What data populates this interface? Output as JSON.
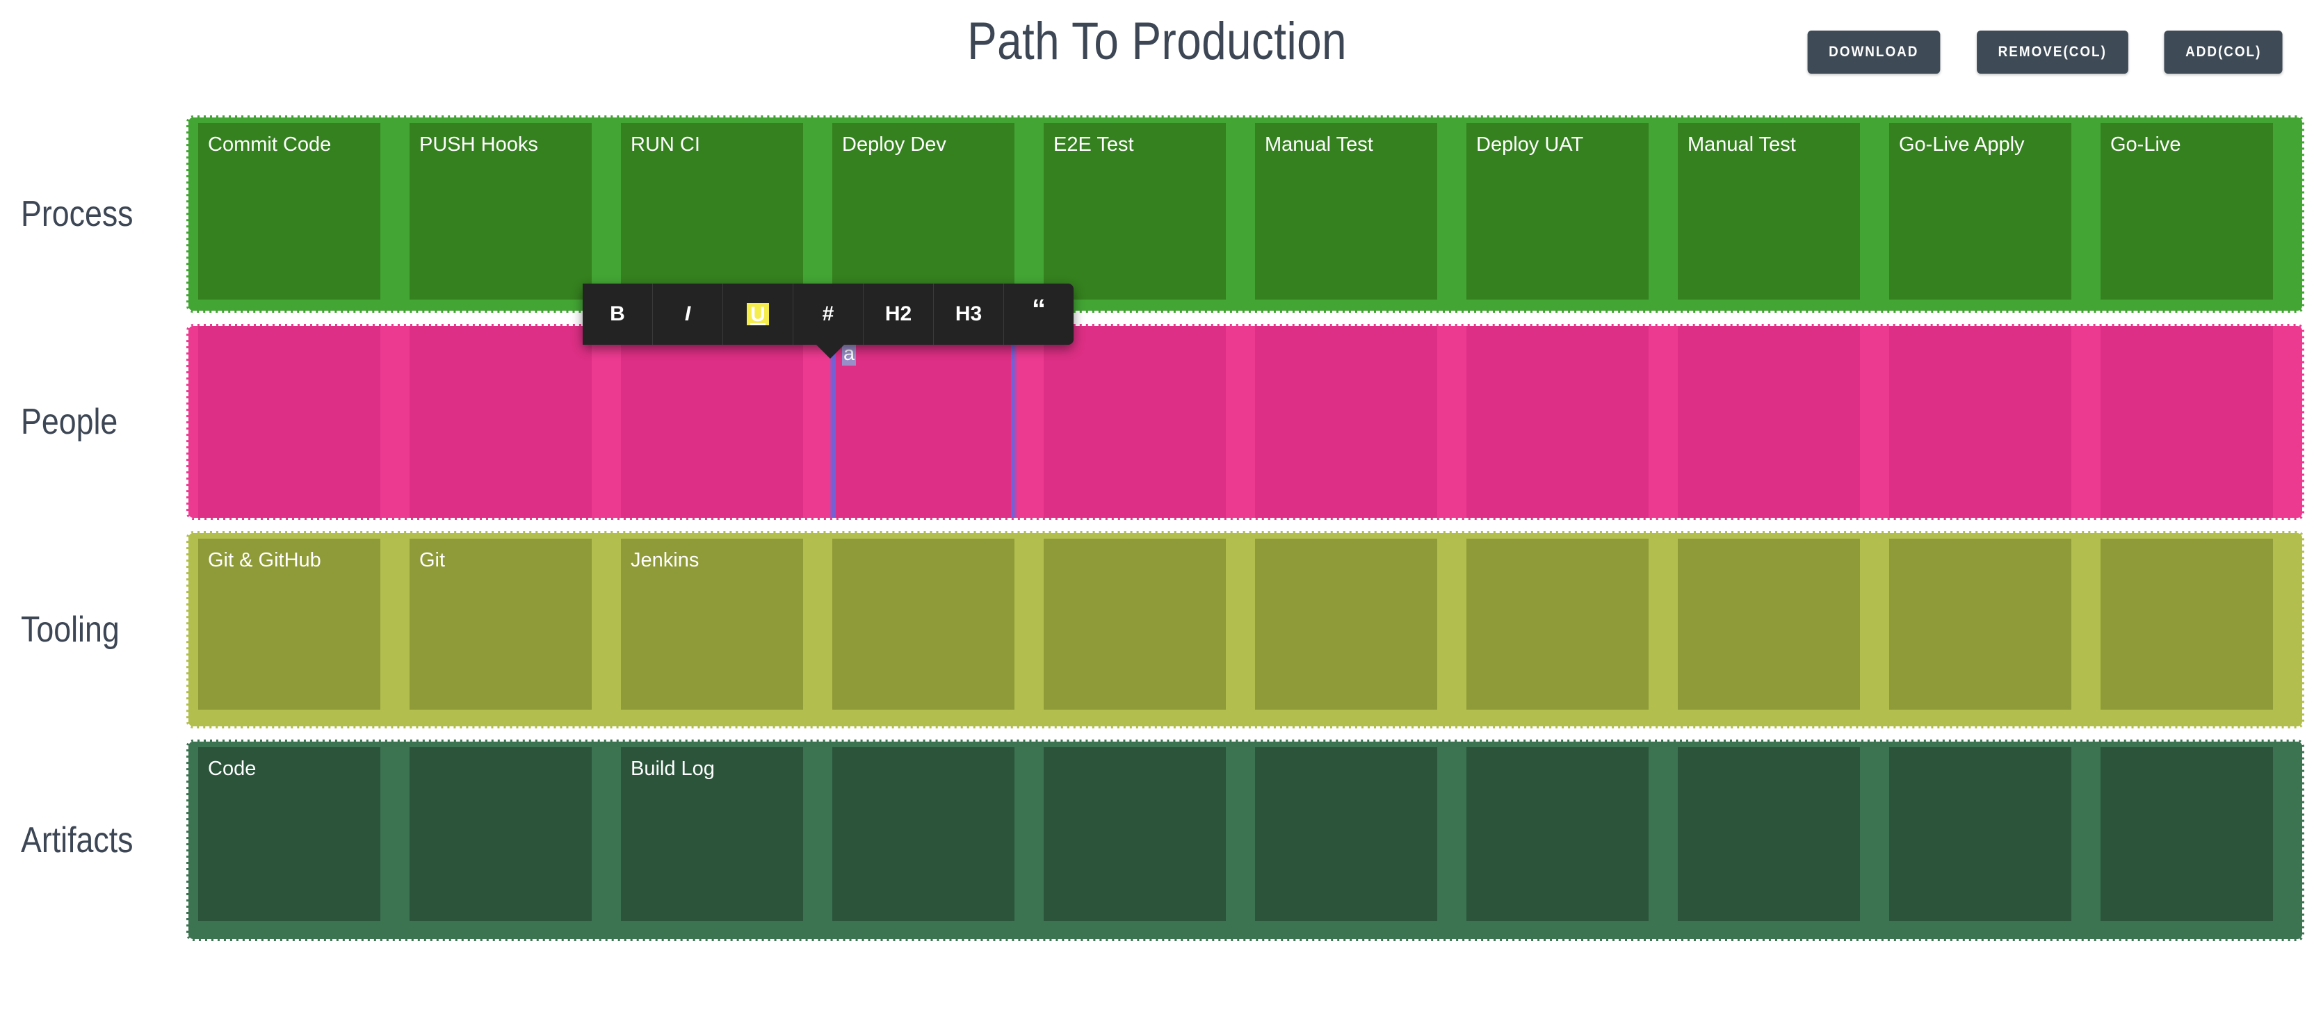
{
  "header": {
    "title": "Path To Production",
    "buttons": [
      {
        "label": "Download",
        "name": "download-button"
      },
      {
        "label": "Remove(col)",
        "name": "remove-col-button"
      },
      {
        "label": "Add(col)",
        "name": "add-col-button"
      }
    ]
  },
  "colors": {
    "title": "#3c4654",
    "button_bg": "#3e4a56",
    "process_band": "#43a534",
    "process_cell": "#35801f",
    "people_band": "#ec3a91",
    "people_cell": "#dd2f85",
    "people_cell_selected": "#b52b7f",
    "tooling_band": "#b2bf4e",
    "tooling_cell": "#8f9a38",
    "artifacts_band": "#3c7351",
    "artifacts_cell": "#2b543b",
    "selection_border": "#6e63d8",
    "selection_text_highlight": "#9a8ec9",
    "toolbar_bg": "#232323",
    "underline_highlight": "#f5ec4e"
  },
  "board": {
    "column_count": 10,
    "rows": [
      {
        "label": "Process",
        "name": "process",
        "cells": [
          "Commit Code",
          "PUSH Hooks",
          "RUN CI",
          "Deploy Dev",
          "E2E Test",
          "Manual Test",
          "Deploy UAT",
          "Manual Test",
          "Go-Live Apply",
          "Go-Live"
        ]
      },
      {
        "label": "People",
        "name": "people",
        "selected_index": 3,
        "cells": [
          "",
          "",
          "",
          "a",
          "",
          "",
          "",
          "",
          "",
          ""
        ]
      },
      {
        "label": "Tooling",
        "name": "tooling",
        "cells": [
          "Git & GitHub",
          "Git",
          "Jenkins",
          "",
          "",
          "",
          "",
          "",
          "",
          ""
        ]
      },
      {
        "label": "Artifacts",
        "name": "artifacts",
        "cells": [
          "Code",
          "",
          "Build Log",
          "",
          "",
          "",
          "",
          "",
          "",
          ""
        ]
      }
    ]
  },
  "format_toolbar": {
    "visible": true,
    "buttons": [
      {
        "label": "B",
        "name": "bold-button",
        "style": "bold"
      },
      {
        "label": "I",
        "name": "italic-button",
        "style": "italic"
      },
      {
        "label": "U",
        "name": "underline-button",
        "style": "underline"
      },
      {
        "label": "#",
        "name": "heading-h1-button",
        "style": "plain"
      },
      {
        "label": "H2",
        "name": "heading-h2-button",
        "style": "plain"
      },
      {
        "label": "H3",
        "name": "heading-h3-button",
        "style": "plain"
      },
      {
        "label": "“",
        "name": "blockquote-button",
        "style": "quote"
      }
    ]
  }
}
